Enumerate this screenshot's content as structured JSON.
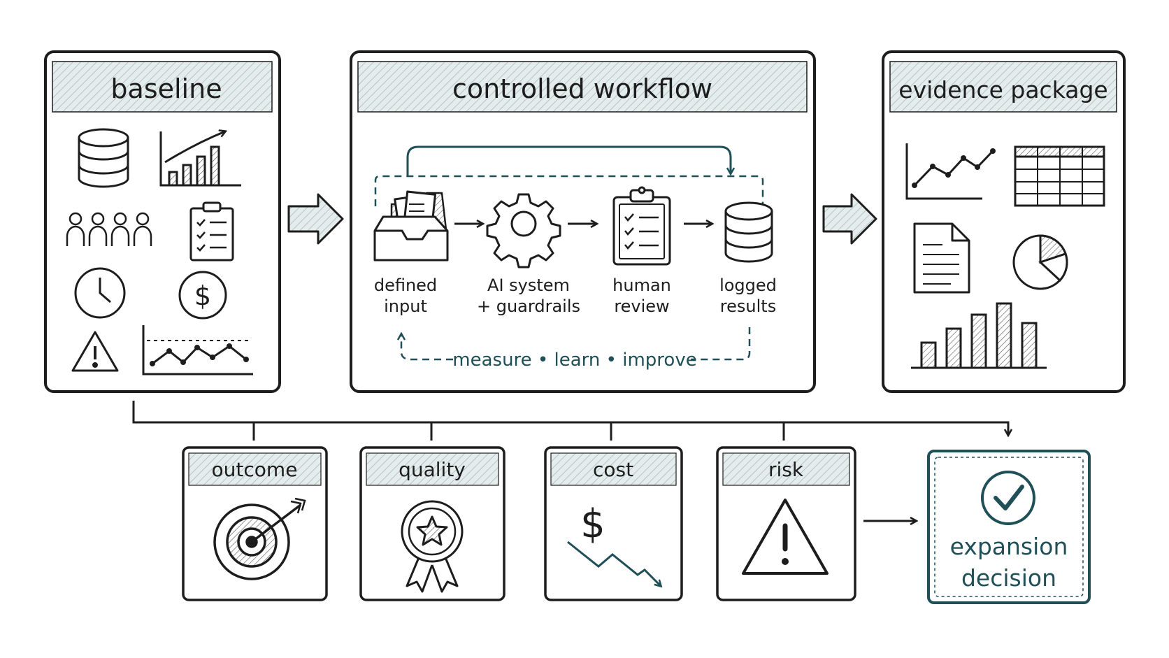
{
  "panels": {
    "baseline": {
      "title": "baseline"
    },
    "workflow": {
      "title": "controlled workflow",
      "steps": [
        {
          "line1": "defined",
          "line2": "input",
          "icon": "inbox-documents-icon"
        },
        {
          "line1": "AI system",
          "line2": "+ guardrails",
          "icon": "gear-icon"
        },
        {
          "line1": "human",
          "line2": "review",
          "icon": "clipboard-checklist-icon"
        },
        {
          "line1": "logged",
          "line2": "results",
          "icon": "database-icon"
        }
      ],
      "loop_label": "measure • learn • improve"
    },
    "evidence": {
      "title": "evidence package"
    }
  },
  "criteria": [
    {
      "title": "outcome",
      "icon": "target-icon"
    },
    {
      "title": "quality",
      "icon": "award-ribbon-icon"
    },
    {
      "title": "cost",
      "icon": "dollar-down-trend-icon"
    },
    {
      "title": "risk",
      "icon": "warning-triangle-icon"
    }
  ],
  "decision": {
    "line1": "expansion",
    "line2": "decision",
    "icon": "check-circle-icon"
  },
  "colors": {
    "ink": "#1d1d1d",
    "teal": "#1f4f57",
    "header_fill": "#dfe8e8"
  }
}
